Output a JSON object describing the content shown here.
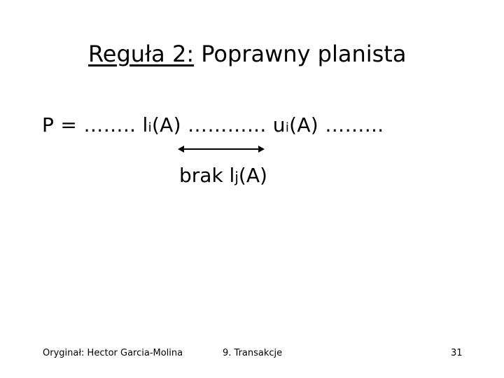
{
  "title": {
    "prefix": "Reguła 2:",
    "rest": " Poprawny planista"
  },
  "formula": {
    "lead": "P = …….. l",
    "sub1": "i",
    "mid": "(A) ………... u",
    "sub2": "i",
    "tail": "(A) ……..."
  },
  "brak": {
    "text": "brak l",
    "sub": "j",
    "tail": "(A)"
  },
  "footer": {
    "left": "Oryginał: Hector Garcia-Molina",
    "center": "9. Transakcje",
    "right": "31"
  }
}
